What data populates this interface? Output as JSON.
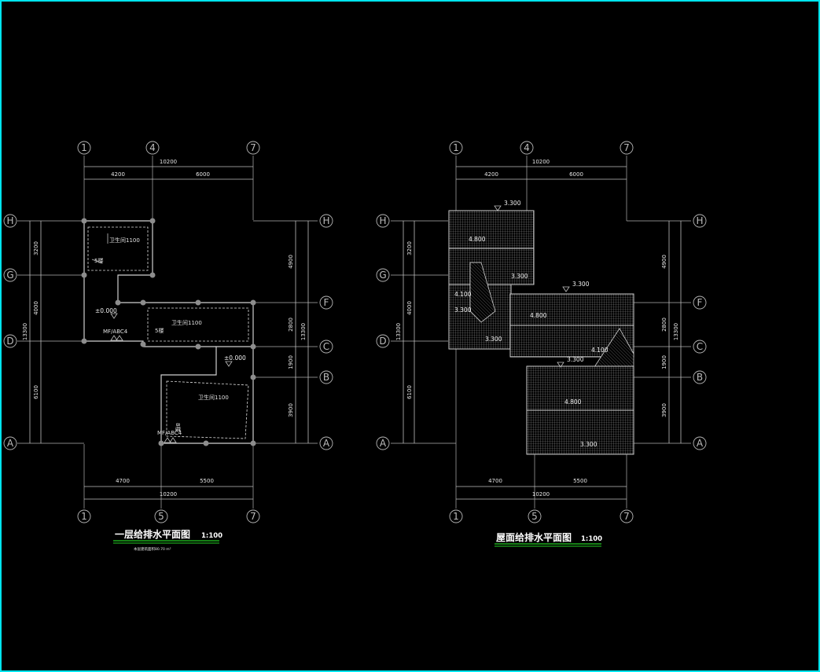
{
  "plans": [
    {
      "id": "ground-floor",
      "title": "一层给排水平面图",
      "scale": "1:100",
      "subtitle": "本层建筑面积80.70 m²",
      "axes_top": [
        "1",
        "4",
        "7"
      ],
      "axes_bottom": [
        "1",
        "5",
        "7"
      ],
      "axes_left": [
        "H",
        "G",
        "D",
        "A"
      ],
      "axes_right": [
        "H",
        "F",
        "C",
        "B",
        "A"
      ],
      "dims_top": {
        "total": "10200",
        "seg1": "4200",
        "seg2": "6000"
      },
      "dims_bottom": {
        "total": "10200",
        "seg1": "4700",
        "seg2": "5500"
      },
      "dims_left": {
        "total": "13300",
        "seg1": "3200",
        "seg2": "4000",
        "seg3": "6100"
      },
      "dims_right": {
        "total": "13300",
        "seg1": "4900",
        "seg2": "2800",
        "seg3": "1900",
        "seg4": "3900"
      },
      "levels": [
        "±0.000",
        "±0.000"
      ],
      "labels": {
        "room1": "卫生间1100",
        "room2": "卫生间1100",
        "room3": "卫生间1100",
        "tag1": "5楼",
        "tag2": "5楼",
        "tag3": "8楼",
        "mf1": "MF/ABC4",
        "mf2": "MF/ABC4"
      }
    },
    {
      "id": "roof",
      "title": "屋面给排水平面图",
      "scale": "1:100",
      "axes_top": [
        "1",
        "4",
        "7"
      ],
      "axes_bottom": [
        "1",
        "5",
        "7"
      ],
      "axes_left": [
        "H",
        "G",
        "D",
        "A"
      ],
      "axes_right": [
        "H",
        "F",
        "C",
        "B",
        "A"
      ],
      "dims_top": {
        "total": "10200",
        "seg1": "4200",
        "seg2": "6000"
      },
      "dims_bottom": {
        "total": "10200",
        "seg1": "4700",
        "seg2": "5500"
      },
      "dims_left": {
        "total": "13300",
        "seg1": "3200",
        "seg2": "4000",
        "seg3": "6100"
      },
      "dims_right": {
        "total": "13300",
        "seg1": "4900",
        "seg2": "2800",
        "seg3": "1900",
        "seg4": "3900"
      },
      "levels": [
        "3.300",
        "4.800",
        "3.300",
        "4.100",
        "3.300",
        "3.300",
        "3.300",
        "4.800",
        "4.100",
        "3.300",
        "4.800",
        "3.300"
      ]
    }
  ],
  "colors": {
    "background": "#000000",
    "frame": "#00e5ee",
    "title_underline": "#22cc22",
    "lines": "#cfcfcf"
  }
}
